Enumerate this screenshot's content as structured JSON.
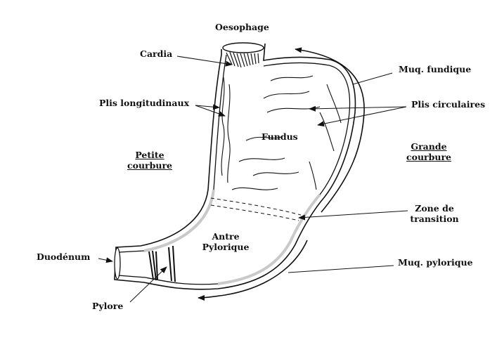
{
  "diagram": {
    "colors": {
      "ink": "#111111",
      "mucosa": "#c9c9c9",
      "background": "#ffffff"
    },
    "labels": {
      "oesophage": "Oesophage",
      "cardia": "Cardia",
      "plis_longitudinaux": "Plis longitudinaux",
      "muq_fundique": "Muq. fundique",
      "plis_circulaires": "Plis circulaires",
      "fundus": "Fundus",
      "petite_courbure_1": "Petite",
      "petite_courbure_2": "courbure",
      "grande_courbure_1": "Grande",
      "grande_courbure_2": "courbure",
      "zone_transition_1": "Zone de",
      "zone_transition_2": "transition",
      "antre_1": "Antre",
      "antre_2": "Pylorique",
      "duodenum": "Duodénum",
      "muq_pylorique": "Muq. pylorique",
      "pylore": "Pylore"
    }
  }
}
